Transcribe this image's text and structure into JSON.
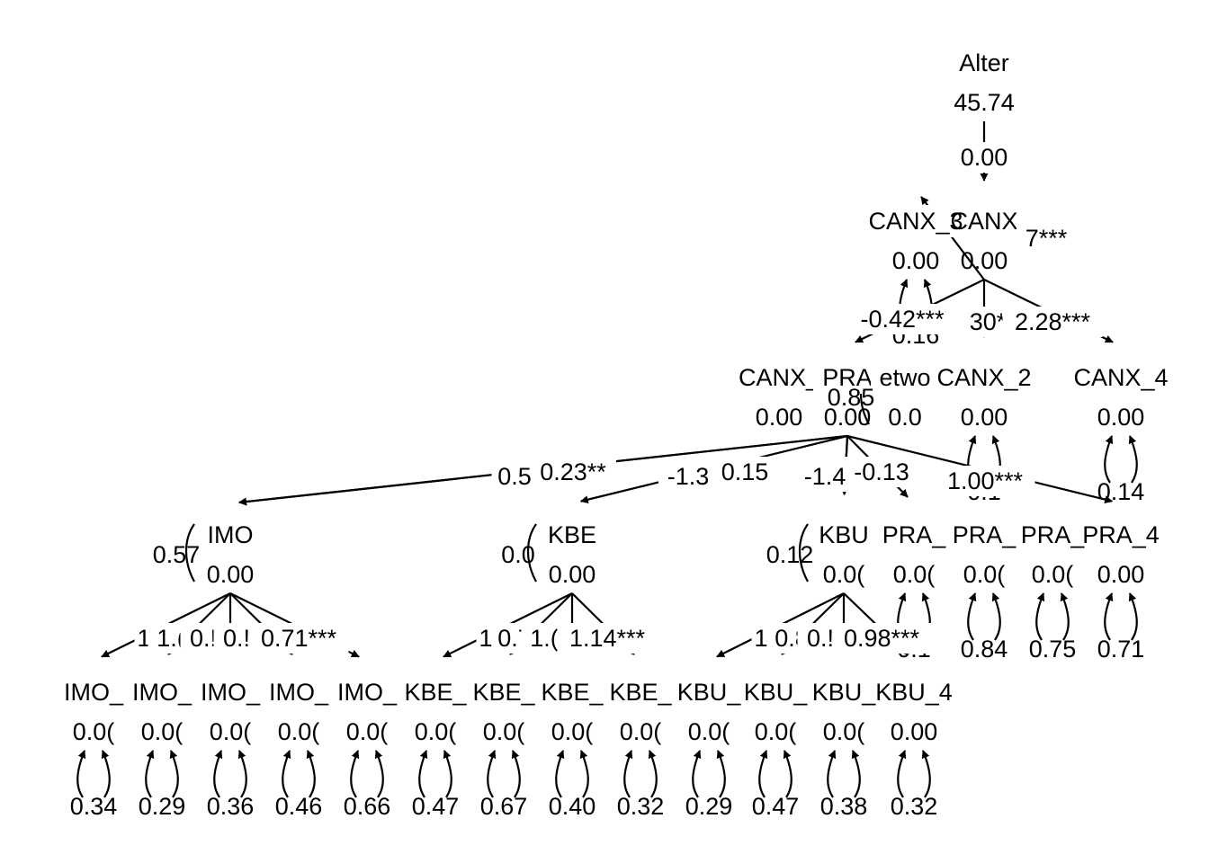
{
  "nodes": [
    {
      "id": "alter",
      "label": "Alter",
      "intercept": "45.74",
      "variance": ""
    },
    {
      "id": "canx",
      "label": "CANX",
      "intercept": "0.00",
      "variance": ""
    },
    {
      "id": "canx3",
      "label": "CANX_3",
      "intercept": "0.00",
      "variance": "0.16"
    },
    {
      "id": "canx1",
      "label": "CANX_",
      "intercept": "0.00",
      "variance": ""
    },
    {
      "id": "pra",
      "label": "PRA",
      "intercept": "0.00",
      "variance": ""
    },
    {
      "id": "netw",
      "label": "etwo",
      "intercept": "0.0",
      "variance": "0.85"
    },
    {
      "id": "canx2",
      "label": "CANX_2",
      "intercept": "0.00",
      "variance": "0.1"
    },
    {
      "id": "canx4",
      "label": "CANX_4",
      "intercept": "0.00",
      "variance": "0.14"
    },
    {
      "id": "imo",
      "label": "IMO",
      "intercept": "0.00",
      "variance": "0.57"
    },
    {
      "id": "kbe",
      "label": "KBE",
      "intercept": "0.00",
      "variance": "0.0"
    },
    {
      "id": "kbu",
      "label": "KBU",
      "intercept": "0.0(",
      "variance": "0.12"
    },
    {
      "id": "pra1",
      "label": "PRA_",
      "intercept": "0.0(",
      "variance": "0.1"
    },
    {
      "id": "pra2",
      "label": "PRA_",
      "intercept": "0.0(",
      "variance": "0.84"
    },
    {
      "id": "pra3",
      "label": "PRA_",
      "intercept": "0.0(",
      "variance": "0.75"
    },
    {
      "id": "pra4",
      "label": "PRA_4",
      "intercept": "0.00",
      "variance": "0.71"
    },
    {
      "id": "imo1",
      "label": "IMO_",
      "intercept": "0.0(",
      "variance": "0.34"
    },
    {
      "id": "imo2",
      "label": "IMO_",
      "intercept": "0.0(",
      "variance": "0.29"
    },
    {
      "id": "imo3",
      "label": "IMO_",
      "intercept": "0.0(",
      "variance": "0.36"
    },
    {
      "id": "imo4",
      "label": "IMO_",
      "intercept": "0.0(",
      "variance": "0.46"
    },
    {
      "id": "imo5",
      "label": "IMO_",
      "intercept": "0.0(",
      "variance": "0.66"
    },
    {
      "id": "kbe1",
      "label": "KBE_",
      "intercept": "0.0(",
      "variance": "0.47"
    },
    {
      "id": "kbe2",
      "label": "KBE_",
      "intercept": "0.0(",
      "variance": "0.67"
    },
    {
      "id": "kbe3",
      "label": "KBE_",
      "intercept": "0.0(",
      "variance": "0.40"
    },
    {
      "id": "kbe4",
      "label": "KBE_",
      "intercept": "0.0(",
      "variance": "0.32"
    },
    {
      "id": "kbu1",
      "label": "KBU_",
      "intercept": "0.0(",
      "variance": "0.29"
    },
    {
      "id": "kbu2",
      "label": "KBU_",
      "intercept": "0.0(",
      "variance": "0.47"
    },
    {
      "id": "kbu3",
      "label": "KBU_",
      "intercept": "0.0(",
      "variance": "0.38"
    },
    {
      "id": "kbu4",
      "label": "KBU_4",
      "intercept": "0.00",
      "variance": "0.32"
    }
  ],
  "paths": [
    {
      "from": "alter",
      "to": "canx",
      "label": "0.00"
    },
    {
      "from": "canx",
      "to": "pra",
      "label": "-0.42***"
    },
    {
      "from": "canx",
      "to": "canx2",
      "label": "30*"
    },
    {
      "from": "canx",
      "to": "canx4",
      "label": "2.28***"
    },
    {
      "from": "canx",
      "to": "canx3",
      "label": "7***"
    },
    {
      "from": "pra",
      "to": "imo",
      "label": "0.23**"
    },
    {
      "from": "pra",
      "to": "imo",
      "label": "0.5"
    },
    {
      "from": "pra",
      "to": "kbe",
      "label": "-1.3"
    },
    {
      "from": "pra",
      "to": "kbu",
      "label": "0.15"
    },
    {
      "from": "pra",
      "to": "kbu",
      "label": "-1.4"
    },
    {
      "from": "pra",
      "to": "pra1",
      "label": "-0.13"
    },
    {
      "from": "pra",
      "to": "pra4",
      "label": "1.00***"
    },
    {
      "from": "imo",
      "to": "imo1",
      "label": "1"
    },
    {
      "from": "imo",
      "to": "imo2",
      "label": "1.("
    },
    {
      "from": "imo",
      "to": "imo3",
      "label": "0.!"
    },
    {
      "from": "imo",
      "to": "imo4",
      "label": "0.!"
    },
    {
      "from": "imo",
      "to": "imo5",
      "label": "0.71***"
    },
    {
      "from": "kbe",
      "to": "kbe1",
      "label": "1"
    },
    {
      "from": "kbe",
      "to": "kbe2",
      "label": "0.7"
    },
    {
      "from": "kbe",
      "to": "kbe3",
      "label": "1.("
    },
    {
      "from": "kbe",
      "to": "kbe4",
      "label": "1.14***"
    },
    {
      "from": "kbu",
      "to": "kbu1",
      "label": "1"
    },
    {
      "from": "kbu",
      "to": "kbu2",
      "label": "0.8"
    },
    {
      "from": "kbu",
      "to": "kbu3",
      "label": "0.!"
    },
    {
      "from": "kbu",
      "to": "kbu4",
      "label": "0.98***"
    }
  ]
}
